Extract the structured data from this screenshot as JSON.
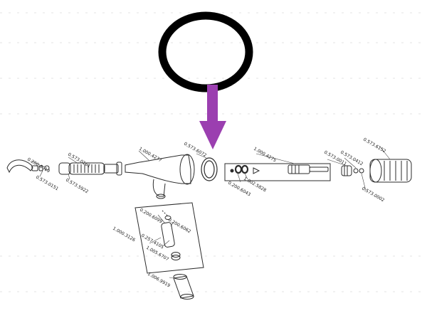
{
  "diagram": {
    "colors": {
      "line": "#2b2b2b",
      "oring_highlight": "#000000",
      "arrow": "#9b3fb0",
      "watermark": "#eeeeee"
    },
    "highlight": {
      "part_number": "0.573.6072",
      "shape": "o-ring"
    },
    "labels": {
      "p_0_200_6019": "0.200.6019",
      "p_0_573_0161": "0.573.0161",
      "p_1_000_4277": "1.000.4277",
      "p_0_573_6072": "0.573.6072",
      "p_1_000_4275": "1.000.4275",
      "p_0_573_0011": "0.573.0011",
      "p_0_573_0412": "0.573.0412",
      "p_0_573_6152": "0.573.6152",
      "p_0_573_0151": "0.573.0151",
      "p_0_573_5922": "0.573.5922",
      "p_0_200_6043": "0.200.6043",
      "p_1_002_5828": "1.002.5828",
      "p_0_573_0002": "0.573.0002",
      "p_0_200_6099": "0.200.6099",
      "p_0_200_6062": "0.200.6062",
      "p_1_000_3126": "1.000.3126",
      "p_0_257_4105": "0.257.4105",
      "p_1_005_6707": "1.005.6707",
      "p_1_006_9919": "1.006.9919"
    }
  }
}
